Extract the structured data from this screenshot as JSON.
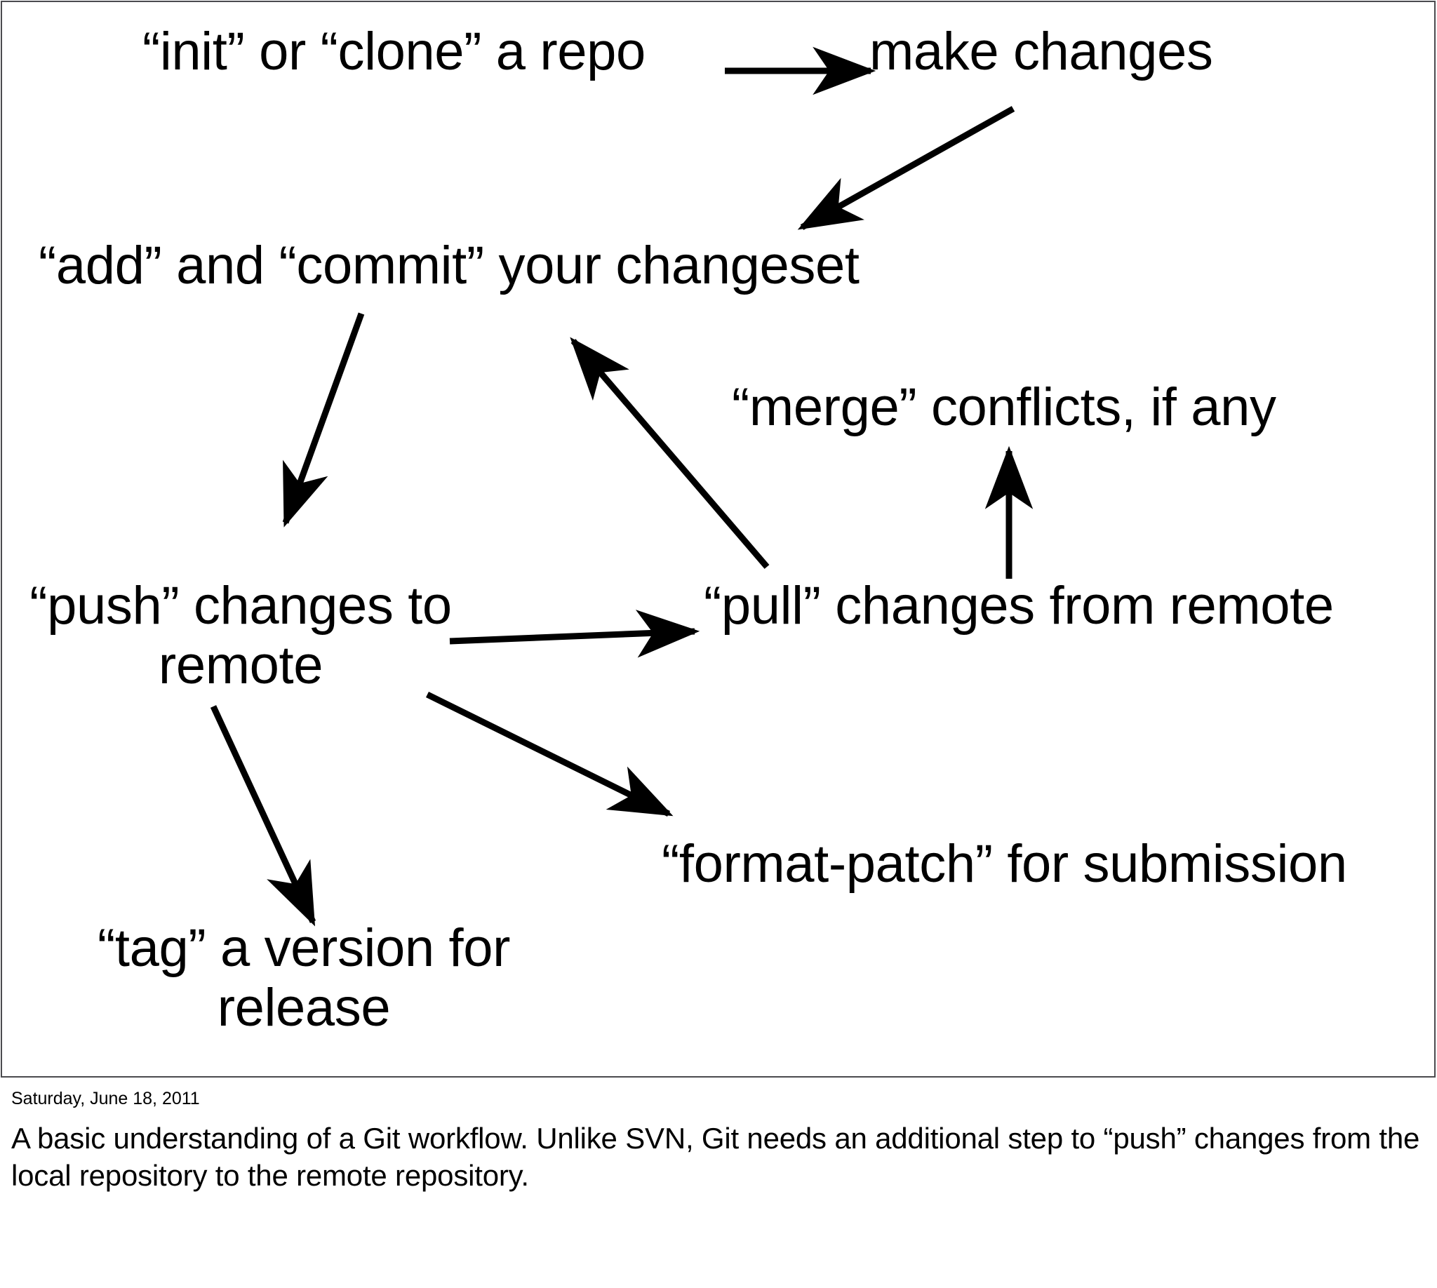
{
  "slide": {
    "nodes": [
      {
        "id": "init-clone",
        "label": "“init” or “clone” a repo"
      },
      {
        "id": "make-changes",
        "label": "make changes"
      },
      {
        "id": "add-commit",
        "label": "“add” and “commit” your changeset"
      },
      {
        "id": "merge",
        "label": "“merge” conflicts, if any"
      },
      {
        "id": "push",
        "label": "“push” changes to\nremote"
      },
      {
        "id": "pull",
        "label": "“pull” changes from remote"
      },
      {
        "id": "format-patch",
        "label": "“format-patch” for submission"
      },
      {
        "id": "tag",
        "label": "“tag” a version for\nrelease"
      }
    ],
    "edges": [
      {
        "id": "init-to-make",
        "from": "init-clone",
        "to": "make-changes",
        "style": "straight-horizontal"
      },
      {
        "id": "make-to-add",
        "from": "make-changes",
        "to": "add-commit",
        "style": "diagonal-down-left"
      },
      {
        "id": "add-to-push",
        "from": "add-commit",
        "to": "push",
        "style": "diagonal-down-left"
      },
      {
        "id": "pull-to-add",
        "from": "pull",
        "to": "add-commit",
        "style": "diagonal-up-left"
      },
      {
        "id": "pull-to-merge",
        "from": "pull",
        "to": "merge",
        "style": "straight-vertical"
      },
      {
        "id": "push-to-pull",
        "from": "push",
        "to": "pull",
        "style": "straight-horizontal"
      },
      {
        "id": "push-to-format",
        "from": "push",
        "to": "format-patch",
        "style": "diagonal-down-right"
      },
      {
        "id": "push-to-tag",
        "from": "push",
        "to": "tag",
        "style": "diagonal-down-right"
      }
    ],
    "colors": {
      "background": "#ffffff",
      "text": "#000000",
      "arrow": "#000000",
      "border": "#4a4a4e"
    }
  },
  "footer": {
    "date": "Saturday, June 18, 2011",
    "note": "A basic understanding of a Git workflow. Unlike SVN, Git needs an additional step to “push” changes from the local repository to the remote repository."
  }
}
